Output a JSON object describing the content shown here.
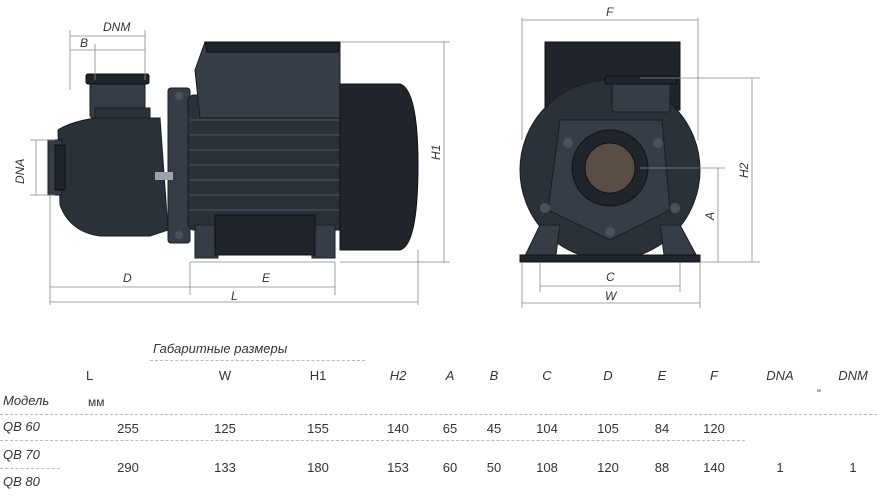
{
  "drawing": {
    "dimension_labels": {
      "B": "B",
      "DNM": "DNM",
      "DNA": "DNA",
      "D": "D",
      "E": "E",
      "L": "L",
      "H1": "H1",
      "F": "F",
      "H2": "H2",
      "A": "A",
      "C": "C",
      "W": "W"
    }
  },
  "table": {
    "group_title": "Габаритные размеры",
    "model_label": "Модель",
    "unit_mm": "мм",
    "unit_inch": "\"",
    "columns": [
      "L",
      "W",
      "H1",
      "H2",
      "A",
      "B",
      "C",
      "D",
      "E",
      "F",
      "DNA",
      "DNM"
    ],
    "models": [
      "QB 60",
      "QB 70",
      "QB 80"
    ],
    "rows": [
      [
        "255",
        "125",
        "155",
        "140",
        "65",
        "45",
        "104",
        "105",
        "84",
        "120"
      ],
      [
        "290",
        "133",
        "180",
        "153",
        "60",
        "50",
        "108",
        "120",
        "88",
        "140"
      ]
    ],
    "shared": {
      "DNA": "1",
      "DNM": "1"
    }
  }
}
